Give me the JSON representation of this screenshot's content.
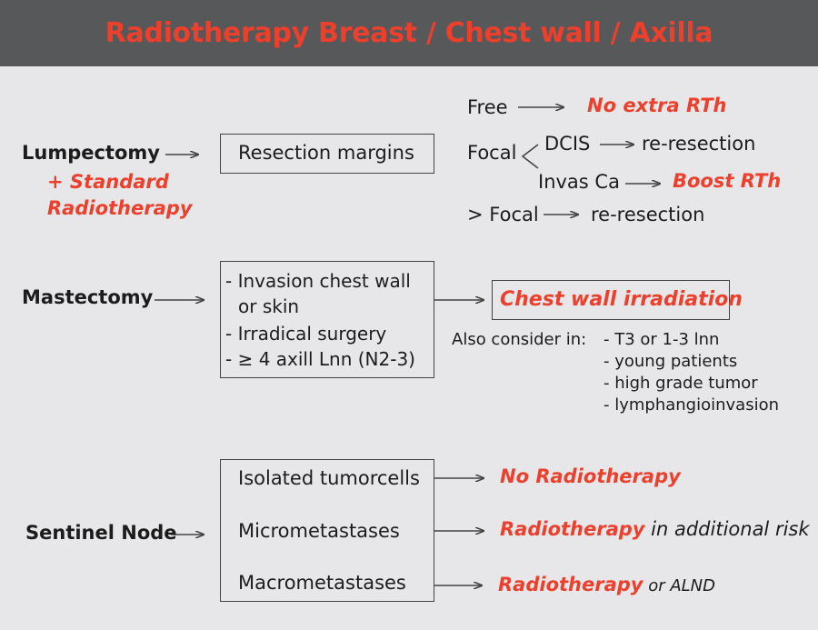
{
  "title": "Radiotherapy  Breast / Chest wall / Axilla",
  "lumpectomy": {
    "label": "Lumpectomy",
    "sub1": "+ Standard",
    "sub2": "Radiotherapy",
    "box": "Resection margins",
    "free": "Free",
    "free_result": "No extra RTh",
    "focal": "Focal",
    "dcis": "DCIS",
    "dcis_result": "re-resection",
    "invas": "Invas Ca",
    "invas_result": "Boost RTh",
    "more_focal": "> Focal",
    "more_focal_result": "re-resection"
  },
  "mastectomy": {
    "label": "Mastectomy",
    "box_lines": [
      "- Invasion chest wall",
      "or skin",
      "- Irradical surgery",
      "- ≥ 4 axill Lnn (N2-3)"
    ],
    "result": "Chest wall irradiation",
    "consider_label": "Also consider in:",
    "consider_items": [
      "- T3 or 1-3 lnn",
      "- young patients",
      "- high grade tumor",
      "- lymphangioinvasion"
    ]
  },
  "sentinel": {
    "label": "Sentinel Node",
    "rows": [
      {
        "item": "Isolated tumorcells",
        "result": "No Radiotherapy",
        "suffix": ""
      },
      {
        "item": "Micrometastases",
        "result": "Radiotherapy",
        "suffix": " in additional risk"
      },
      {
        "item": "Macrometastases",
        "result": "Radiotherapy",
        "suffix": " or ALND"
      }
    ]
  },
  "colors": {
    "accent": "#ec3f2c",
    "header": "#56585a",
    "background": "#e7e7e9"
  }
}
